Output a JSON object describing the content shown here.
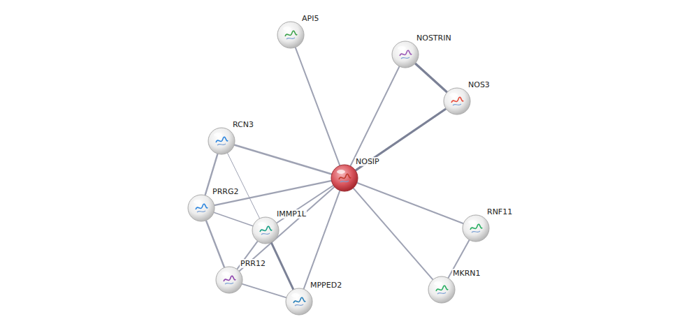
{
  "diagram": {
    "nodes": [
      {
        "text": [
          "API5"
        ]
      },
      {
        "text": [
          "NOSTRIN"
        ]
      },
      {
        "text": [
          "NOS3"
        ]
      },
      {
        "text": [
          "RCN3"
        ]
      },
      {
        "text": [
          "NOSIP"
        ]
      },
      {
        "text": [
          "PRRG2"
        ]
      },
      {
        "text": [
          "IMMP1L"
        ]
      },
      {
        "text": [
          "RNF11"
        ]
      },
      {
        "text": [
          "PRR12"
        ]
      },
      {
        "text": [
          "MPPED2"
        ]
      },
      {
        "text": [
          "MKRN1"
        ]
      }
    ],
    "edges": [
      {
        "from": 4,
        "to": 0,
        "arrow": "none"
      },
      {
        "from": 4,
        "to": 1,
        "arrow": "none"
      },
      {
        "from": 4,
        "to": 2,
        "arrow": "none"
      },
      {
        "from": 1,
        "to": 2,
        "arrow": "none"
      },
      {
        "from": 4,
        "to": 3,
        "arrow": "none"
      },
      {
        "from": 4,
        "to": 5,
        "arrow": "none"
      },
      {
        "from": 4,
        "to": 6,
        "arrow": "none"
      },
      {
        "from": 4,
        "to": 8,
        "arrow": "none"
      },
      {
        "from": 4,
        "to": 9,
        "arrow": "none"
      },
      {
        "from": 4,
        "to": 7,
        "arrow": "none"
      },
      {
        "from": 4,
        "to": 10,
        "arrow": "none"
      },
      {
        "from": 7,
        "to": 10,
        "arrow": "none"
      },
      {
        "from": 3,
        "to": 5,
        "arrow": "none"
      },
      {
        "from": 3,
        "to": 6,
        "arrow": "none"
      },
      {
        "from": 5,
        "to": 6,
        "arrow": "none"
      },
      {
        "from": 5,
        "to": 8,
        "arrow": "none"
      },
      {
        "from": 6,
        "to": 8,
        "arrow": "none"
      },
      {
        "from": 6,
        "to": 9,
        "arrow": "none"
      },
      {
        "from": 8,
        "to": 9,
        "arrow": "none"
      }
    ]
  }
}
